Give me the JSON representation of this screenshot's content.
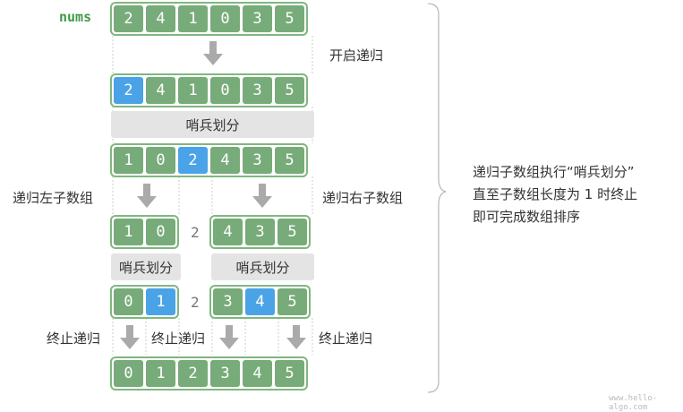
{
  "labels": {
    "nums": "nums",
    "start_recursion": "开启递归",
    "sentinel_partition": "哨兵划分",
    "recurse_left": "递归左子数组",
    "recurse_right": "递归右子数组",
    "stop_recursion": "终止递归",
    "watermark": "www.hello-algo.com"
  },
  "note": {
    "line1": "递归子数组执行“哨兵划分”",
    "line2": "直至子数组长度为 1 时终止",
    "line3": "即可完成数组排序"
  },
  "rows": {
    "r1": [
      "2",
      "4",
      "1",
      "0",
      "3",
      "5"
    ],
    "r2": [
      "2",
      "4",
      "1",
      "0",
      "3",
      "5"
    ],
    "r3": [
      "1",
      "0",
      "2",
      "4",
      "3",
      "5"
    ],
    "r4_left": [
      "1",
      "0"
    ],
    "r4_pivot": "2",
    "r4_right": [
      "4",
      "3",
      "5"
    ],
    "r5_left": [
      "0",
      "1"
    ],
    "r5_pivot": "2",
    "r5_right": [
      "3",
      "4",
      "5"
    ],
    "r6": [
      "0",
      "1",
      "2",
      "3",
      "4",
      "5"
    ]
  },
  "highlight": {
    "r2": 0,
    "r3": 2,
    "r5_left": 1,
    "r5_right": 1
  },
  "colors": {
    "cell": "#78ab7a",
    "cell_border": "#7fb77e",
    "highlight": "#4aa3e6",
    "bar": "#e4e4e4",
    "arrow": "#aaaaaa",
    "brace": "#bbbbbb"
  }
}
